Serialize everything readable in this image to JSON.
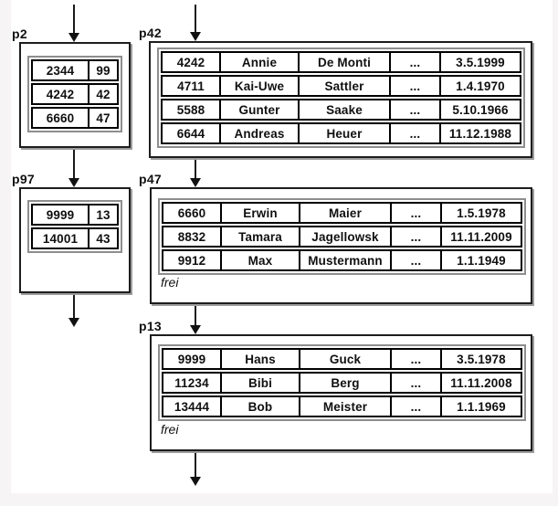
{
  "colors": {
    "canvas": "#ffffff",
    "margin": "#f6f4f4",
    "box_border": "#1d1d1d",
    "box_shadow": "#9c9c9c",
    "table_frame": "#8e8e8e",
    "cell_border": "#000000",
    "text": "#101010"
  },
  "pages": [
    {
      "label": "p2",
      "kind": "index",
      "rows": [
        [
          "2344",
          "99"
        ],
        [
          "4242",
          "42"
        ],
        [
          "6660",
          "47"
        ]
      ]
    },
    {
      "label": "p97",
      "kind": "index",
      "rows": [
        [
          "9999",
          "13"
        ],
        [
          "14001",
          "43"
        ]
      ]
    },
    {
      "label": "p42",
      "kind": "data",
      "free_label": "",
      "rows": [
        [
          "4242",
          "Annie",
          "De Monti",
          "...",
          "3.5.1999"
        ],
        [
          "4711",
          "Kai-Uwe",
          "Sattler",
          "...",
          "1.4.1970"
        ],
        [
          "5588",
          "Gunter",
          "Saake",
          "...",
          "5.10.1966"
        ],
        [
          "6644",
          "Andreas",
          "Heuer",
          "...",
          "11.12.1988"
        ]
      ]
    },
    {
      "label": "p47",
      "kind": "data",
      "free_label": "frei",
      "rows": [
        [
          "6660",
          "Erwin",
          "Maier",
          "...",
          "1.5.1978"
        ],
        [
          "8832",
          "Tamara",
          "Jagellowsk",
          "...",
          "11.11.2009"
        ],
        [
          "9912",
          "Max",
          "Mustermann",
          "...",
          "1.1.1949"
        ]
      ]
    },
    {
      "label": "p13",
      "kind": "data",
      "free_label": "frei",
      "rows": [
        [
          "9999",
          "Hans",
          "Guck",
          "...",
          "3.5.1978"
        ],
        [
          "11234",
          "Bibi",
          "Berg",
          "...",
          "11.11.2008"
        ],
        [
          "13444",
          "Bob",
          "Meister",
          "...",
          "1.1.1969"
        ]
      ]
    }
  ]
}
